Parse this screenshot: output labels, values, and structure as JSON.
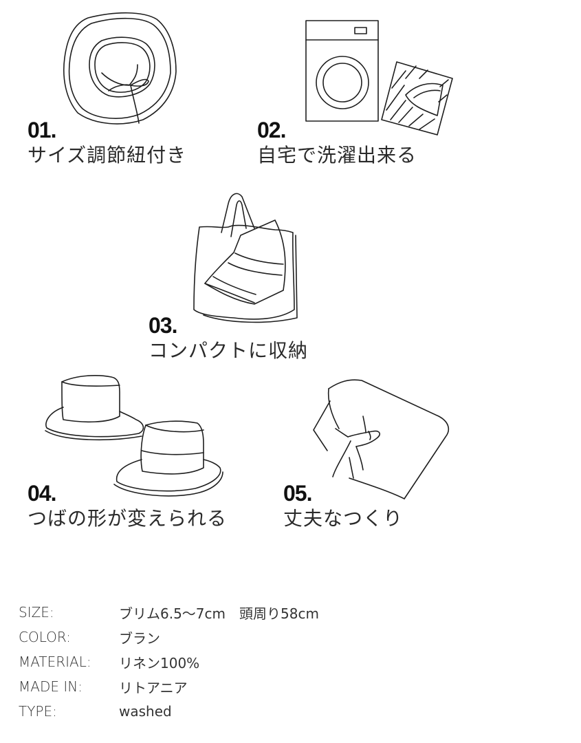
{
  "features": [
    {
      "number": "01.",
      "label": "サイズ調節紐付き",
      "icon": "hat-top-view-drawstring-icon"
    },
    {
      "number": "02.",
      "label": "自宅で洗濯出来る",
      "icon": "washing-machine-laundry-net-icon"
    },
    {
      "number": "03.",
      "label": "コンパクトに収納",
      "icon": "hat-in-tote-bag-icon"
    },
    {
      "number": "04.",
      "label": "つばの形が変えられる",
      "icon": "two-bucket-hats-icon"
    },
    {
      "number": "05.",
      "label": "丈夫なつくり",
      "icon": "hand-gripping-hat-icon"
    }
  ],
  "specs": [
    {
      "key": "SIZE:",
      "value": "ブリム6.5〜7cm　頭周り58cm"
    },
    {
      "key": "COLOR:",
      "value": "ブラン"
    },
    {
      "key": "MATERIAL:",
      "value": "リネン100%"
    },
    {
      "key": "MADE IN:",
      "value": "リトアニア"
    },
    {
      "key": "TYPE:",
      "value": "washed"
    }
  ]
}
